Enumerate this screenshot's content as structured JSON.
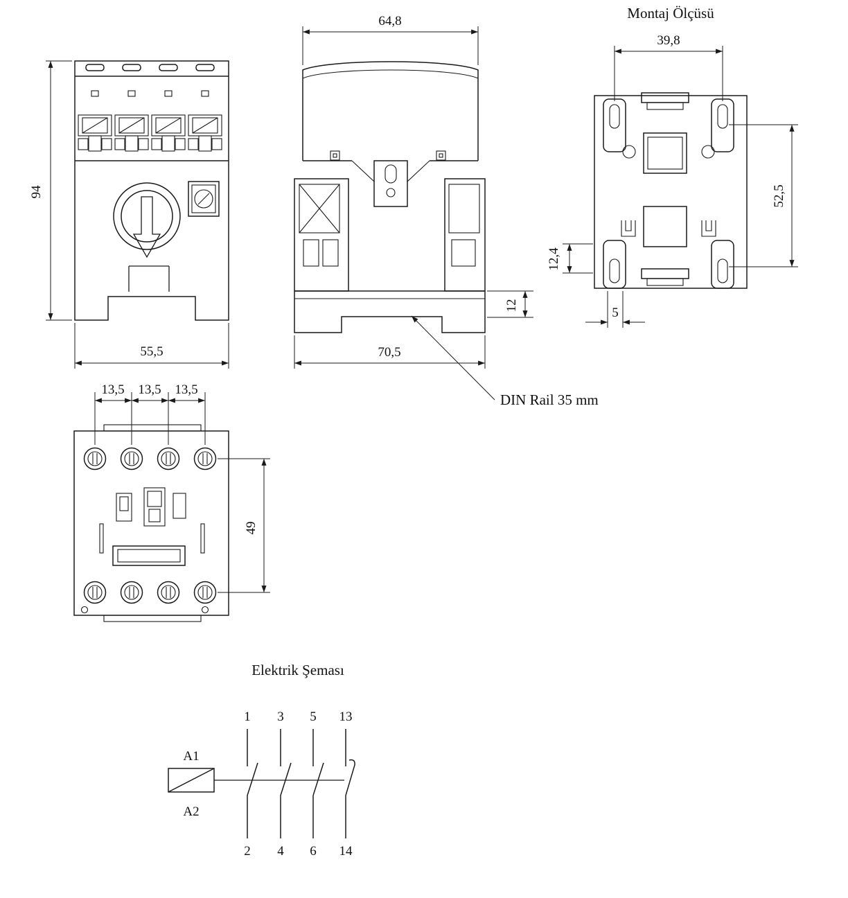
{
  "drawing": {
    "front_view": {
      "dim_height": "94",
      "dim_width": "55,5"
    },
    "side_view": {
      "dim_top_width": "64,8",
      "dim_bottom_width": "70,5",
      "dim_rail": "12",
      "din_callout": "DIN Rail 35 mm"
    },
    "mounting_view": {
      "title": "Montaj Ölçüsü",
      "dim_width": "39,8",
      "dim_height": "52,5",
      "dim_offset": "12,4",
      "dim_small": "5"
    },
    "bottom_view": {
      "pitch": [
        "13,5",
        "13,5",
        "13,5"
      ],
      "dim_span": "49"
    },
    "circuit": {
      "title": "Elektrik Şeması",
      "coil_top": "A1",
      "coil_bottom": "A2",
      "top_terminals": [
        "1",
        "3",
        "5",
        "13"
      ],
      "bottom_terminals": [
        "2",
        "4",
        "6",
        "14"
      ]
    }
  }
}
